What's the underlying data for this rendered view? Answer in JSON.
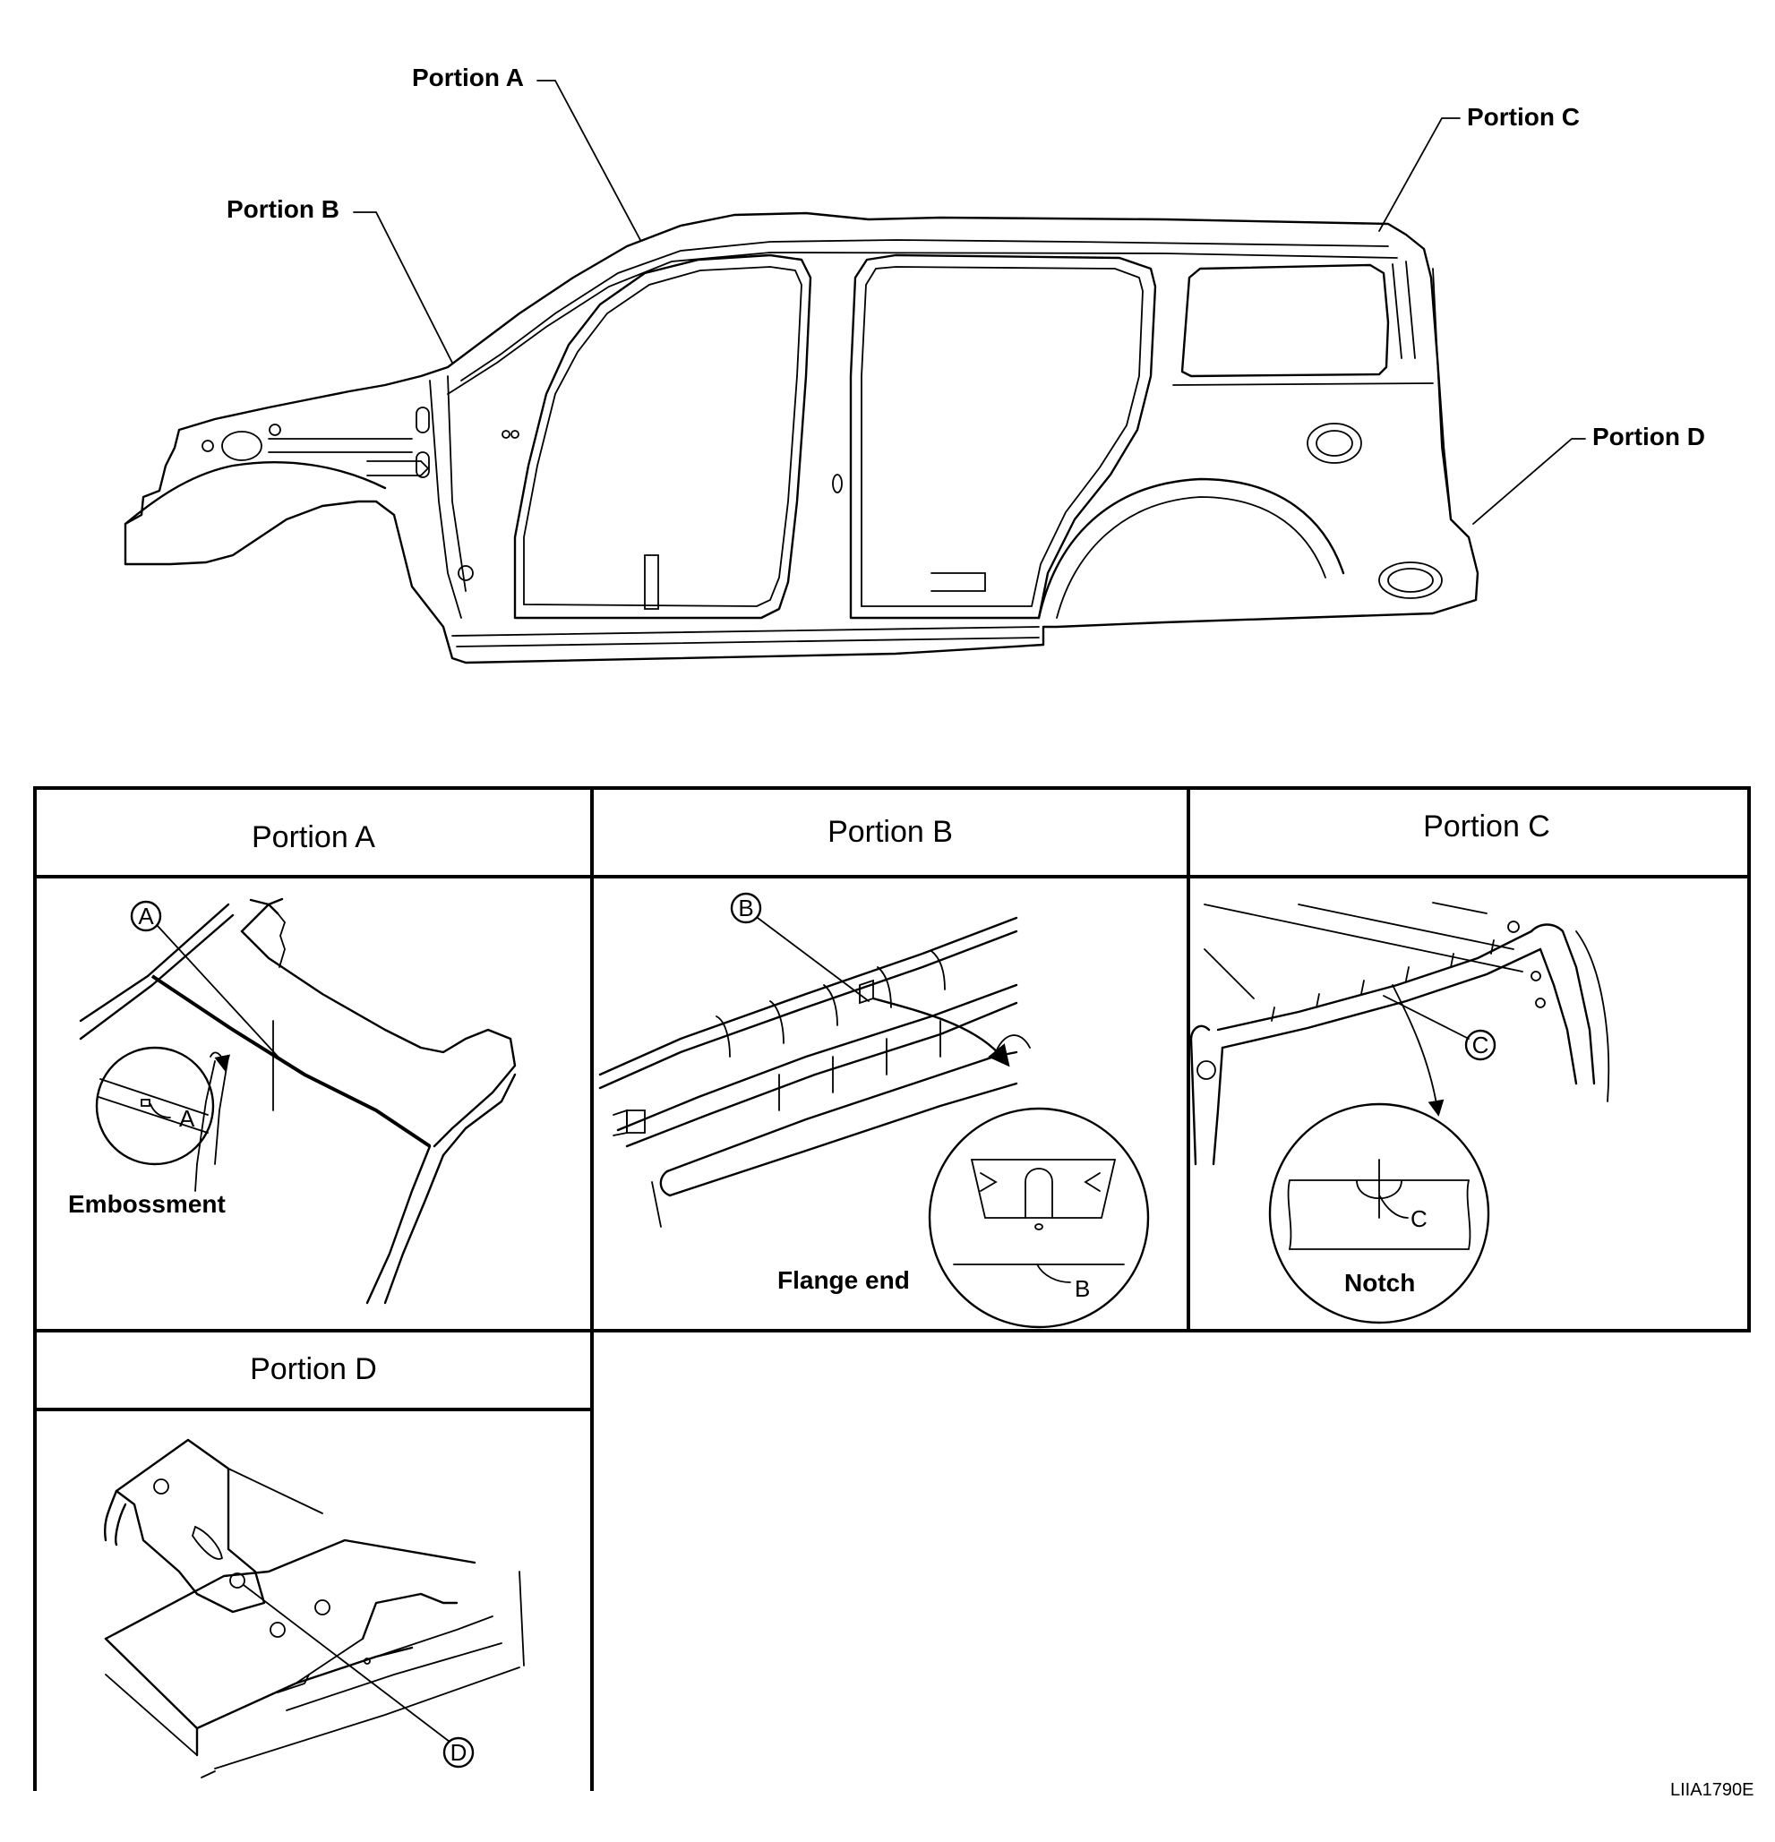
{
  "overview": {
    "callouts": {
      "a": "Portion A",
      "b": "Portion B",
      "c": "Portion C",
      "d": "Portion D"
    }
  },
  "panels": {
    "a": {
      "header": "Portion A",
      "marker": "A",
      "detail_letter": "A",
      "note": "Embossment"
    },
    "b": {
      "header": "Portion B",
      "marker": "B",
      "detail_letter": "B",
      "note": "Flange end"
    },
    "c": {
      "header": "Portion C",
      "marker": "C",
      "detail_letter": "C",
      "note": "Notch"
    },
    "d": {
      "header": "Portion D",
      "marker": "D"
    }
  },
  "figure_code": "LIIA1790E"
}
